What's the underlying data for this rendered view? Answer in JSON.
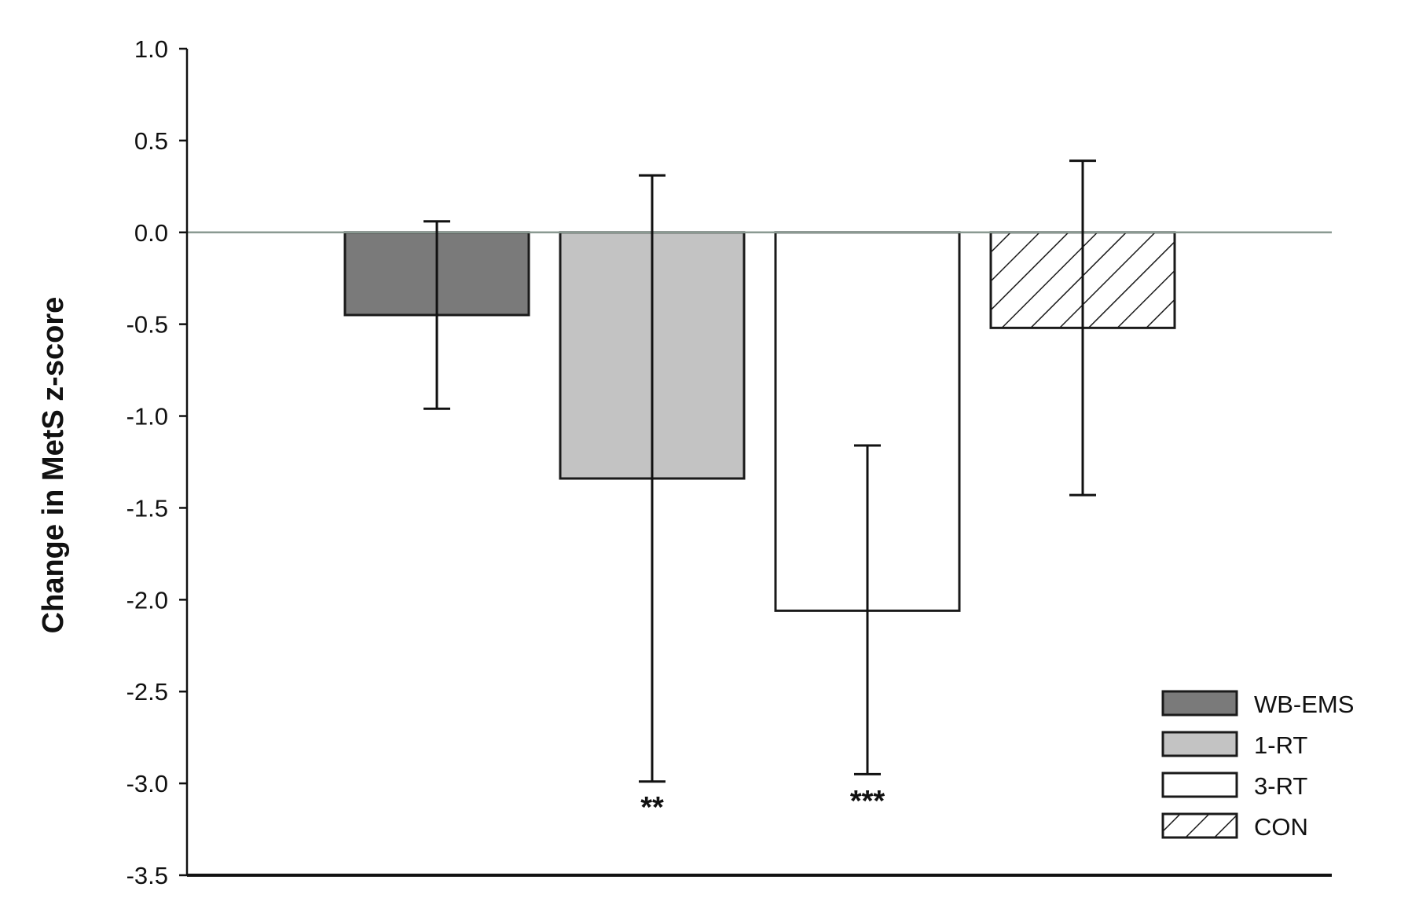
{
  "chart_data": {
    "type": "bar",
    "title": "",
    "xlabel": "",
    "ylabel": "Change in MetS z-score",
    "ylim": [
      -3.5,
      1.0
    ],
    "yticks": [
      "1.0",
      "0.5",
      "0.0",
      "-0.5",
      "-1.0",
      "-1.5",
      "-2.0",
      "-2.5",
      "-3.0",
      "-3.5"
    ],
    "ytick_values": [
      1.0,
      0.5,
      0.0,
      -0.5,
      -1.0,
      -1.5,
      -2.0,
      -2.5,
      -3.0,
      -3.5
    ],
    "categories": [
      "WB-EMS",
      "1-RT",
      "3-RT",
      "CON"
    ],
    "series": [
      {
        "values": [
          -0.45,
          -1.34,
          -2.06,
          -0.52
        ],
        "error_low": [
          -0.96,
          -2.99,
          -2.95,
          -1.43
        ],
        "error_high": [
          0.06,
          0.31,
          -1.16,
          0.39
        ],
        "significance": [
          "",
          "**",
          "***",
          ""
        ]
      }
    ],
    "legend": {
      "position": "bottom-right",
      "entries": [
        {
          "label": "WB-EMS",
          "fill": "#7a7a7a",
          "pattern": "solid"
        },
        {
          "label": "1-RT",
          "fill": "#c3c3c3",
          "pattern": "solid"
        },
        {
          "label": "3-RT",
          "fill": "#ffffff",
          "pattern": "solid"
        },
        {
          "label": "CON",
          "fill": "#ffffff",
          "pattern": "hatch"
        }
      ]
    },
    "grid": false,
    "colors": {
      "axis": "#111111",
      "zero_line": "#8a9a92"
    }
  }
}
